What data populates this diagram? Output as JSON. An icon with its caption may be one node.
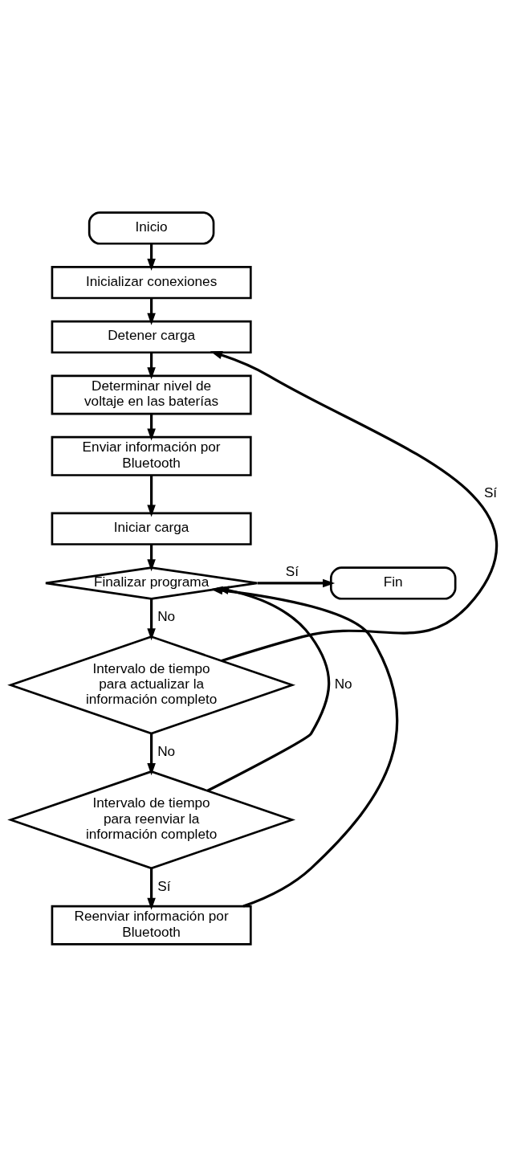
{
  "diagram": {
    "nodes": [
      {
        "text": [
          "Inicio"
        ]
      },
      {
        "text": [
          "Inicializar conexiones"
        ]
      },
      {
        "text": [
          "Detener carga"
        ]
      },
      {
        "text": [
          "Determinar nivel de voltaje en las baterías"
        ]
      },
      {
        "text": [
          "Enviar información por Bluetooth"
        ]
      },
      {
        "text": [
          "Iniciar carga"
        ]
      },
      {
        "text": [
          "Finalizar programa"
        ]
      },
      {
        "text": [
          "Fin"
        ]
      },
      {
        "text": [
          "Intervalo de tiempo para actualizar la información completo"
        ]
      },
      {
        "text": [
          "Intervalo de tiempo para reenviar la información completo"
        ]
      },
      {
        "text": [
          "Reenviar información por Bluetooth"
        ]
      }
    ],
    "edges": [
      {
        "from": 0,
        "to": 1,
        "arrow": "to"
      },
      {
        "from": 1,
        "to": 2,
        "arrow": "to"
      },
      {
        "from": 2,
        "to": 3,
        "arrow": "to"
      },
      {
        "from": 3,
        "to": 4,
        "arrow": "to"
      },
      {
        "from": 4,
        "to": 5,
        "arrow": "to"
      },
      {
        "from": 5,
        "to": 6,
        "arrow": "to"
      },
      {
        "from": 6,
        "to": 7,
        "label": "Sí",
        "arrow": "to"
      },
      {
        "from": 6,
        "to": 8,
        "label": "No",
        "arrow": "to"
      },
      {
        "from": 8,
        "to": 2,
        "label": "Sí",
        "arrow": "to"
      },
      {
        "from": 8,
        "to": 9,
        "label": "No",
        "arrow": "to"
      },
      {
        "from": 9,
        "to": 6,
        "label": "No",
        "arrow": "to"
      },
      {
        "from": 9,
        "to": 10,
        "label": "Sí",
        "arrow": "to"
      },
      {
        "from": 10,
        "to": 6,
        "arrow": "to"
      }
    ]
  }
}
